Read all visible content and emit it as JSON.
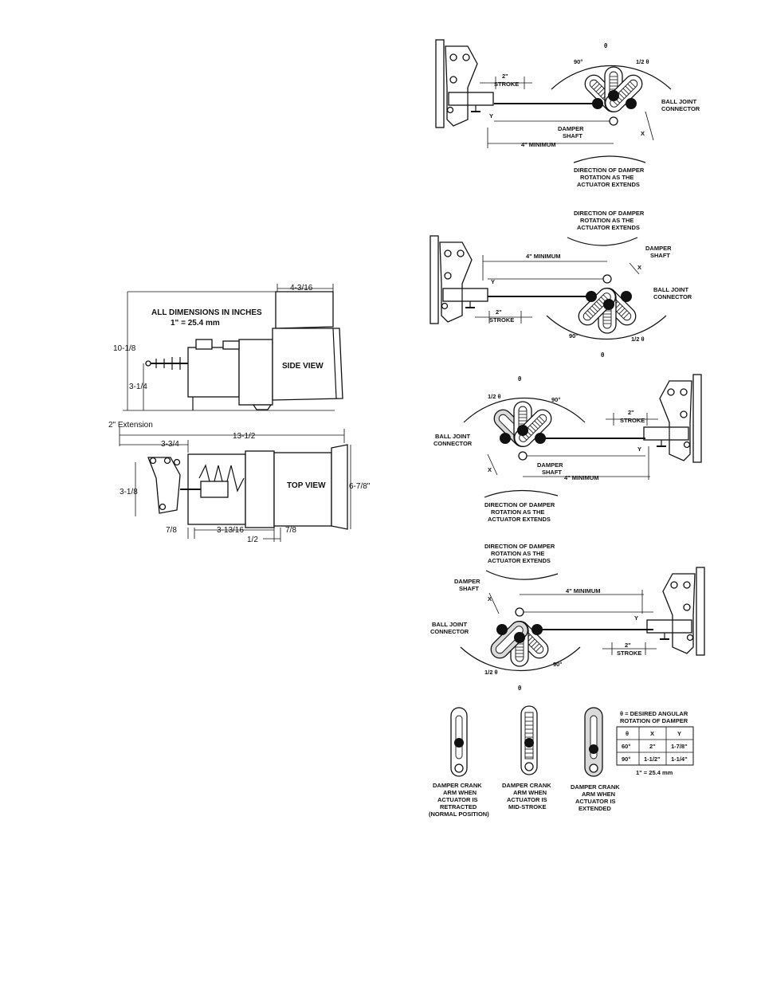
{
  "side_view": {
    "title_line1": "ALL DIMENSIONS IN INCHES",
    "title_line2": "1\" = 25.4 mm",
    "view_label": "SIDE VIEW",
    "dim_height": "10-1/8",
    "dim_top_width": "4-3/16",
    "dim_shaft_height": "3-1/4"
  },
  "top_view": {
    "extension_label": "2\" Extension",
    "view_label": "TOP VIEW",
    "dim_overall_length": "13-1/2",
    "dim_left": "3-3/4",
    "dim_height_left": "3-1/8",
    "dim_height_right": "6-7/8\"",
    "dim_bottom_a": "7/8",
    "dim_bottom_b": "3-13/16",
    "dim_bottom_c": "7/8",
    "dim_bottom_d": "1/2"
  },
  "linkage": {
    "theta": "θ",
    "angle_90": "90°",
    "half_theta": "1/2 θ",
    "stroke_line1": "2\"",
    "stroke_line2": "STROKE",
    "ball_joint_line1": "BALL JOINT",
    "ball_joint_line2": "CONNECTOR",
    "damper_shaft_line1": "DAMPER",
    "damper_shaft_line2": "SHAFT",
    "minimum": "4\" MINIMUM",
    "x": "X",
    "y": "Y",
    "rotation_line1": "DIRECTION OF DAMPER",
    "rotation_line2": "ROTATION AS THE",
    "rotation_line3": "ACTUATOR EXTENDS"
  },
  "crank_arms": [
    {
      "line1": "DAMPER CRANK",
      "line2": "ARM WHEN",
      "line3": "ACTUATOR IS",
      "line4": "RETRACTED",
      "line5": "(NORMAL POSITION)"
    },
    {
      "line1": "DAMPER CRANK",
      "line2": "ARM WHEN",
      "line3": "ACTUATOR IS",
      "line4": "MID-STROKE",
      "line5": ""
    },
    {
      "line1": "DAMPER CRANK",
      "line2": "ARM WHEN",
      "line3": "ACTUATOR IS",
      "line4": "EXTENDED",
      "line5": ""
    }
  ],
  "rotation_table": {
    "caption_line1": "θ = DESIRED ANGULAR",
    "caption_line2": "ROTATION OF DAMPER",
    "headers": [
      "θ",
      "X",
      "Y"
    ],
    "rows": [
      [
        "60°",
        "2\"",
        "1-7/8\""
      ],
      [
        "90°",
        "1-1/2\"",
        "1-1/4\""
      ]
    ],
    "footnote": "1\" = 25.4 mm"
  }
}
